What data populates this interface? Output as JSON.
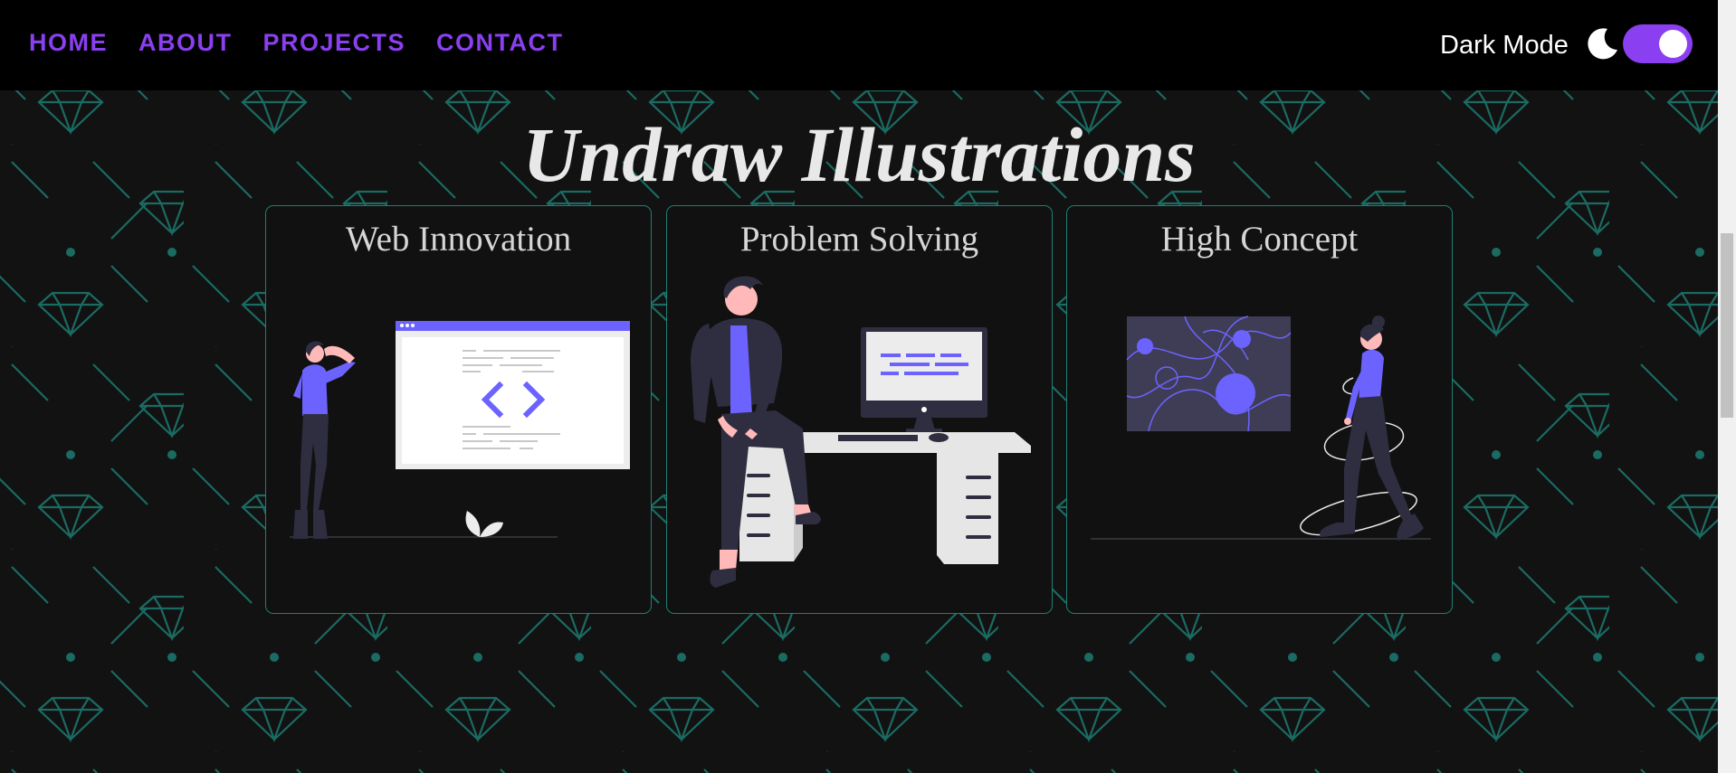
{
  "nav": {
    "links": [
      "HOME",
      "ABOUT",
      "PROJECTS",
      "CONTACT"
    ],
    "dark_mode_label": "Dark Mode",
    "dark_mode_on": true,
    "accent": "#8a3ff0"
  },
  "page": {
    "title": "Undraw Illustrations"
  },
  "cards": [
    {
      "title": "Web Innovation",
      "illustration": "woman-with-code-window"
    },
    {
      "title": "Problem Solving",
      "illustration": "man-sitting-on-desk"
    },
    {
      "title": "High Concept",
      "illustration": "woman-walking-abstract-art"
    }
  ],
  "colors": {
    "background": "#121212",
    "navbar": "#000000",
    "pattern": "#1a6b62",
    "card_border": "#1f7f74",
    "illustration_accent": "#6c63ff"
  }
}
